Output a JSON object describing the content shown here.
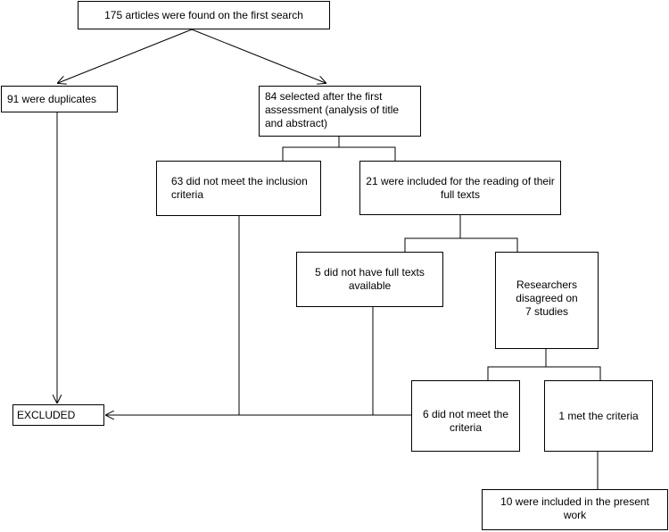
{
  "nodes": {
    "first_search": "175 articles were found on the first search",
    "duplicates": "91 were duplicates",
    "selected": "84 selected after the first assessment (analysis of title and abstract)",
    "not_inclusion": "63 did not meet the inclusion criteria",
    "full_texts_read": "21 were included for the reading of their full texts",
    "no_full_texts": "5 did not have full texts available",
    "disagreed": "Researchers disagreed on 7 studies",
    "did_not_meet": "6 did not meet the criteria",
    "met_criteria": "1 met the criteria",
    "included_present": "10 were included in the present work",
    "excluded": "EXCLUDED"
  }
}
